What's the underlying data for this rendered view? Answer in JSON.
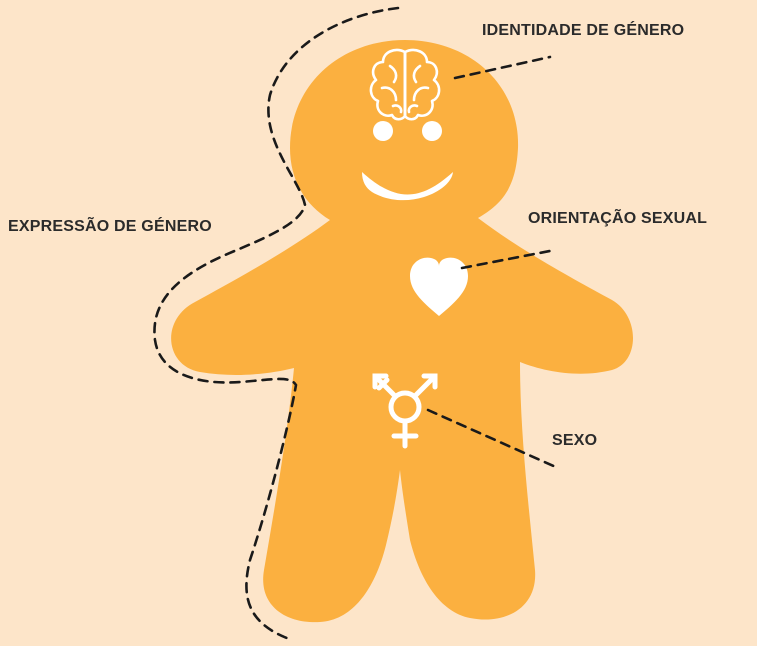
{
  "colors": {
    "background": "#fde5c9",
    "body": "#fbb040",
    "features": "#ffffff",
    "text": "#2b2b2b",
    "dashed_line": "#1a1a1a"
  },
  "icons": {
    "brain": "brain-icon",
    "heart": "heart-icon",
    "gender_symbol": "transgender-symbol-icon"
  },
  "labels": {
    "gender_identity": "IDENTIDADE DE GÉNERO",
    "gender_expression": "EXPRESSÃO DE GÉNERO",
    "sexual_orientation": "ORIENTAÇÃO SEXUAL",
    "sex": "SEXO"
  }
}
